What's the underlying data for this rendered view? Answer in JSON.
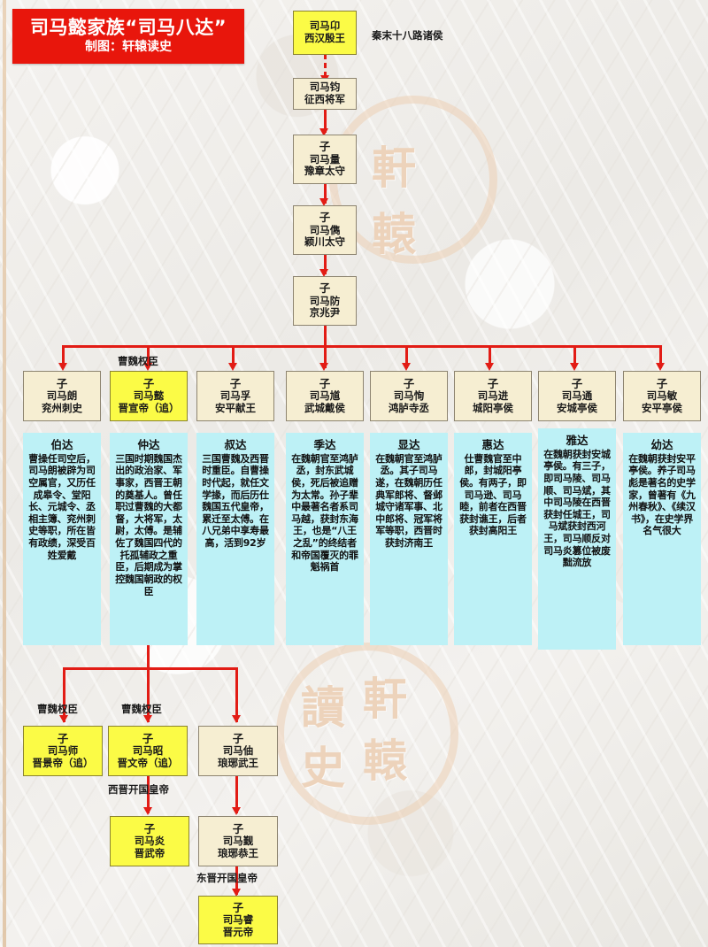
{
  "title": {
    "main": "司马懿家族“司马八达”",
    "credit": "制图：轩辕读史"
  },
  "watermark": {
    "top": [
      "軒",
      "轅"
    ],
    "bottom": [
      "讀",
      "軒",
      "史",
      "轅"
    ]
  },
  "annotations": {
    "qin_lords": "秦末十八路诸侯",
    "caowei_power_minister": "曹魏权臣",
    "caowei_power_minister_2": "曹魏权臣",
    "caowei_power_minister_3": "曹魏权臣",
    "western_jin_founder": "西晋开国皇帝",
    "eastern_jin_founder": "东晋开国皇帝"
  },
  "ancestors": [
    {
      "rel": "",
      "name": "司马卬",
      "title": "西汉殷王",
      "style": "yellow"
    },
    {
      "rel": "",
      "name": "司马钧",
      "title": "征西将军",
      "style": "cream"
    },
    {
      "rel": "子",
      "name": "司马量",
      "title": "豫章太守",
      "style": "cream"
    },
    {
      "rel": "子",
      "name": "司马儁",
      "title": "颖川太守",
      "style": "cream"
    },
    {
      "rel": "子",
      "name": "司马防",
      "title": "京兆尹",
      "style": "cream"
    }
  ],
  "sons": [
    {
      "rel": "子",
      "name": "司马朗",
      "title": "兖州刺史",
      "style": "cream"
    },
    {
      "rel": "子",
      "name": "司马懿",
      "title": "晋宣帝（追）",
      "style": "yellow"
    },
    {
      "rel": "子",
      "name": "司马孚",
      "title": "安平献王",
      "style": "cream"
    },
    {
      "rel": "子",
      "name": "司马馗",
      "title": "武城戴侯",
      "style": "cream"
    },
    {
      "rel": "子",
      "name": "司马恂",
      "title": "鸿胪寺丞",
      "style": "cream"
    },
    {
      "rel": "子",
      "name": "司马进",
      "title": "城阳亭侯",
      "style": "cream"
    },
    {
      "rel": "子",
      "name": "司马通",
      "title": "安城亭侯",
      "style": "cream"
    },
    {
      "rel": "子",
      "name": "司马敏",
      "title": "安平亭侯",
      "style": "cream"
    }
  ],
  "descriptions": [
    {
      "head": "伯达",
      "body": "曹操任司空后，司马朗被辟为司空属官，又历任成皋令、堂阳长、元城令、丞相主簿、兖州刺史等职，所在皆有政绩，深受百姓爱戴"
    },
    {
      "head": "仲达",
      "body": "三国时期魏国杰出的政治家、军事家，西晋王朝的奠基人。曾任职过曹魏的大都督，大将军，太尉，太傅。是辅佐了魏国四代的托孤辅政之重臣，后期成为掌控魏国朝政的权臣"
    },
    {
      "head": "叔达",
      "body": "三国曹魏及西晋时重臣。自曹操时代起，就任文学掾，而后历仕魏国五代皇帝，累迁至太傅。在八兄弟中享寿最高，活到92岁"
    },
    {
      "head": "季达",
      "body": "在魏朝官至鸿胪丞，封东武城侯，死后被追赠为太常。孙子辈中最著名者系司马越，获封东海王，也是“八王之乱”的终结者和帝国覆灭的罪魁祸首"
    },
    {
      "head": "显达",
      "body": "在魏朝官至鸿胪丞。其子司马遂，在魏朝历任典军郎将、督邺城守诸军事、北中郎将、冠军将军等职，西晋时获封济南王"
    },
    {
      "head": "惠达",
      "body": "仕曹魏官至中郎，封城阳亭侯。有两子，即司马逊、司马睦，前者在西晋获封谯王，后者获封高阳王"
    },
    {
      "head": "雅达",
      "body": "在魏朝获封安城亭侯。有三子，即司马陵、司马顺、司马斌，其中司马陵在西晋获封任城王，司马斌获封西河王，司马顺反对司马炎篡位被废黜流放"
    },
    {
      "head": "幼达",
      "body": "在魏朝获封安平亭侯。养子司马彪是著名的史学家，曾著有《九州春秋》、《续汉书》，在史学界名气很大"
    }
  ],
  "generation_three": [
    {
      "rel": "子",
      "name": "司马师",
      "title": "晋景帝（追）",
      "style": "yellow"
    },
    {
      "rel": "子",
      "name": "司马昭",
      "title": "晋文帝（追）",
      "style": "yellow"
    },
    {
      "rel": "子",
      "name": "司马伷",
      "title": "琅琊武王",
      "style": "cream"
    }
  ],
  "generation_four": [
    {
      "rel": "子",
      "name": "司马炎",
      "title": "晋武帝",
      "style": "yellow"
    },
    {
      "rel": "子",
      "name": "司马觐",
      "title": "琅琊恭王",
      "style": "cream"
    }
  ],
  "generation_five": [
    {
      "rel": "子",
      "name": "司马睿",
      "title": "晋元帝",
      "style": "yellow"
    }
  ],
  "colors": {
    "banner_red": "#e8160c",
    "line_red": "#e21c15",
    "yellow_fill": "#fbfb46",
    "cream_fill": "#f6eed2",
    "cyan_fill": "#bdf1f6"
  }
}
